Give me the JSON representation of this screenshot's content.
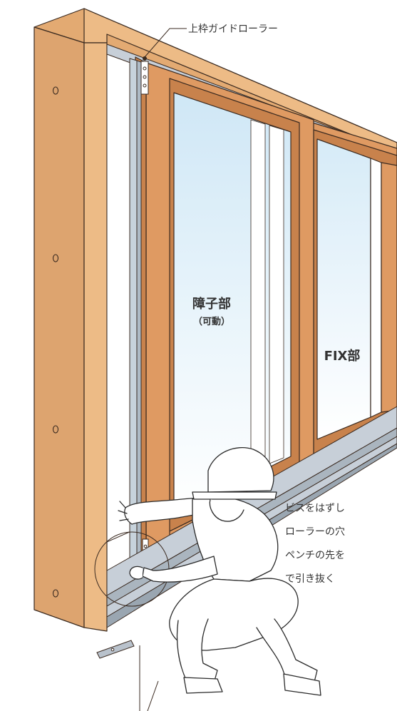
{
  "labels": {
    "top_guide_roller": "上枠ガイドローラー",
    "shoji_part": "障子部",
    "shoji_sub": "（可動）",
    "fix_part": "FIX部",
    "instruction_lines": [
      "ビスをはずし",
      "ローラーの穴",
      "ペンチの先を",
      "で引き抜く"
    ]
  },
  "colors": {
    "wood_front": "#e6b07a",
    "wood_side": "#d9a070",
    "wood_sash": "#df9a62",
    "wood_sash_dark": "#c8824c",
    "glass_top": "#d8edf8",
    "glass_bottom": "#ffffff",
    "metal": "#b9c2cc",
    "line": "#3a2a20",
    "text": "#333333"
  },
  "icons": {
    "worker": "worker-with-helmet-illustration",
    "screw": "screw-hole-icon",
    "roller": "guide-roller-icon"
  }
}
